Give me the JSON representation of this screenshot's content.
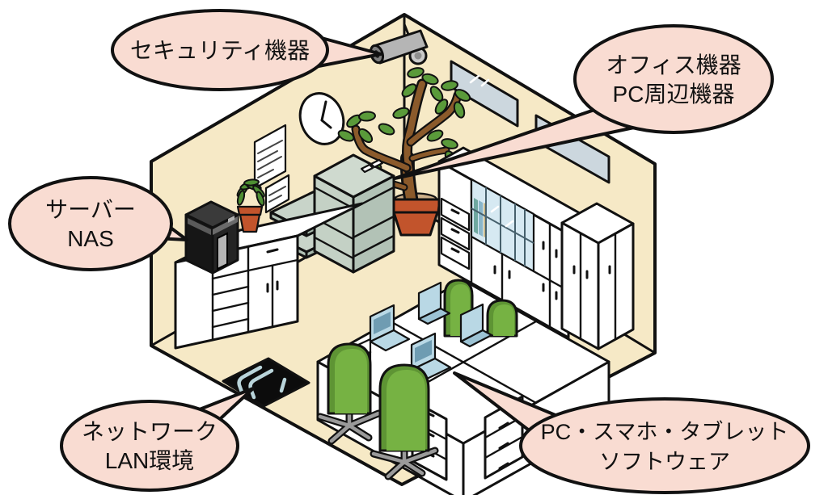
{
  "callouts": {
    "security": {
      "lines": [
        "セキュリティ機器"
      ],
      "target": "security-camera"
    },
    "office_peripherals": {
      "lines": [
        "オフィス機器",
        "PC周辺機器"
      ],
      "target": "multifunction-printer"
    },
    "server_nas": {
      "lines": [
        "サーバー",
        "NAS"
      ],
      "target": "server-tower"
    },
    "network_lan": {
      "lines": [
        "ネットワーク",
        "LAN環境"
      ],
      "target": "floor-lan-cabling"
    },
    "devices_software": {
      "lines": [
        "PC・スマホ・タブレット",
        "ソフトウェア"
      ],
      "target": "desk-laptops"
    }
  },
  "scene": {
    "items": [
      "security-camera",
      "wall-clock",
      "wall-posters",
      "wall-windows",
      "potted-tree",
      "multifunction-printer",
      "wall-storage-cabinet",
      "sideboard-cabinet",
      "server-tower",
      "desk-plant",
      "floor-lan-cabling",
      "desk-island",
      "laptops",
      "office-chairs"
    ]
  },
  "colors": {
    "outline": "#111111",
    "wall_floor": "#f6e9c6",
    "bubble_fill": "#f9dcd2",
    "furniture_white": "#ffffff",
    "chair_green": "#76b243",
    "chair_green_shade": "#5e9434",
    "printer_body": "#c4d1c5",
    "printer_shade": "#b2c2b6",
    "pot_terracotta": "#c2542c",
    "soil": "#cdb089",
    "leaf_green": "#5a9a3a",
    "trunk_brown": "#8b5a2b",
    "window_glass": "#ccd7de",
    "cabinet_glass": "#d6e9f2",
    "laptop_light_blue": "#b9d8e5",
    "laptop_screen_blue": "#6f9cb2",
    "server_black": "#1d1d1d",
    "camera_gray": "#b5b5b5",
    "cable_blue": "#b9d4da"
  }
}
